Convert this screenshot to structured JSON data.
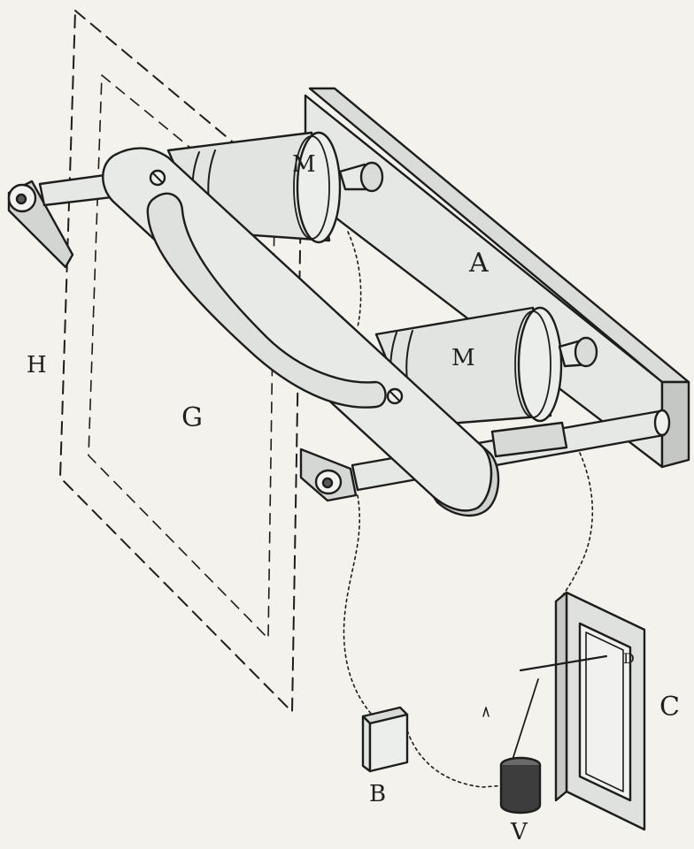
{
  "figure": {
    "labels": {
      "A": "A",
      "M1": "M",
      "M2": "M",
      "H": "H",
      "G": "G",
      "B": "B",
      "V": "V",
      "C": "C",
      "D": "D"
    }
  },
  "colors": {
    "ink": "#1d1d1d",
    "paper": "#f4f2ec",
    "part_fill": "#e4e6e3",
    "shadow_fill": "#c9ccc9"
  }
}
